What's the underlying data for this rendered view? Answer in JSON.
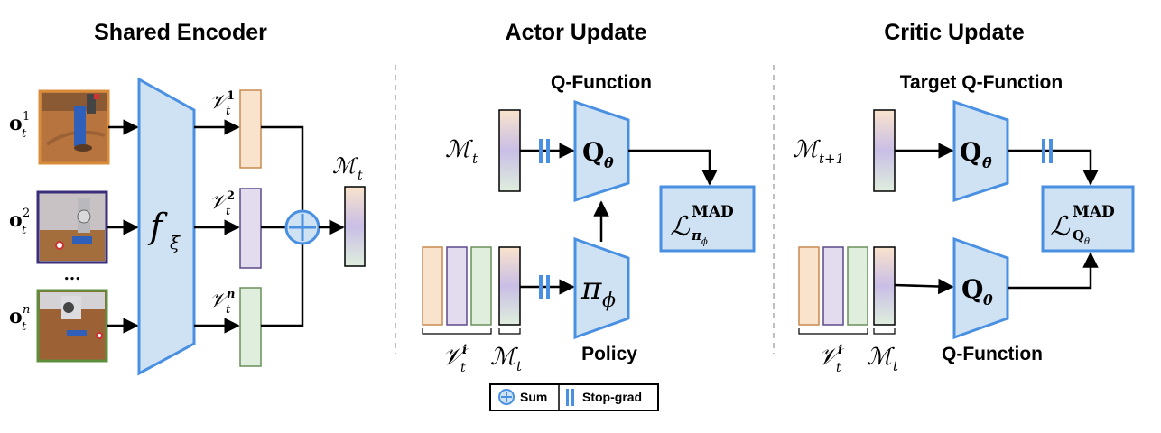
{
  "colors": {
    "accent_blue": "#4a90e2",
    "module_fill": "#cfe2f3",
    "feat_orange": "#f9e3cc",
    "feat_orange_stroke": "#c98a4e",
    "feat_purple": "#e3dcee",
    "feat_purple_stroke": "#5b4a8a",
    "feat_green": "#dfeedd",
    "feat_green_stroke": "#6a8f5c"
  },
  "sections": {
    "shared_encoder": {
      "title": "Shared Encoder"
    },
    "actor_update": {
      "title": "Actor Update",
      "q_label": "Q-Function",
      "policy_label": "Policy"
    },
    "critic_update": {
      "title": "Critic Update",
      "target_q_label": "Target Q-Function",
      "q_label": "Q-Function"
    }
  },
  "encoder": {
    "observations": [
      {
        "base": "o",
        "sub": "t",
        "sup": "1",
        "image_icon": "robot-scene-1-icon"
      },
      {
        "base": "o",
        "sub": "t",
        "sup": "2",
        "image_icon": "robot-scene-2-icon"
      },
      {
        "base": "o",
        "sub": "t",
        "sup": "n",
        "image_icon": "robot-scene-n-icon"
      }
    ],
    "ellipsis": "...",
    "encoder_label": {
      "base": "f",
      "sub": "ξ"
    },
    "views": [
      {
        "base": "𝒱",
        "sub": "t",
        "sup": "1"
      },
      {
        "base": "𝒱",
        "sub": "t",
        "sup": "2"
      },
      {
        "base": "𝒱",
        "sub": "t",
        "sup": "n"
      }
    ],
    "fused": {
      "base": "ℳ",
      "sub": "t"
    }
  },
  "actor": {
    "input": {
      "base": "ℳ",
      "sub": "t"
    },
    "q": {
      "base": "Q",
      "sub": "θ"
    },
    "policy": {
      "base": "π",
      "sub": "ϕ"
    },
    "loss": {
      "base": "ℒ",
      "sup": "MAD",
      "sub": "π",
      "subsub": "ϕ"
    },
    "views_label": {
      "base": "𝒱",
      "sub": "t",
      "sup": "i"
    },
    "m_label": {
      "base": "ℳ",
      "sub": "t"
    }
  },
  "critic": {
    "input": {
      "base": "ℳ",
      "sub": "t+1"
    },
    "target_q": {
      "base": "Q",
      "sub": "θ̄"
    },
    "q": {
      "base": "Q",
      "sub": "θ"
    },
    "loss": {
      "base": "ℒ",
      "sup": "MAD",
      "sub": "Q",
      "subsub": "θ"
    },
    "views_label": {
      "base": "𝒱",
      "sub": "t",
      "sup": "i"
    },
    "m_label": {
      "base": "ℳ",
      "sub": "t"
    }
  },
  "legend": {
    "sum_label": "Sum",
    "stopgrad_label": "Stop-grad"
  }
}
